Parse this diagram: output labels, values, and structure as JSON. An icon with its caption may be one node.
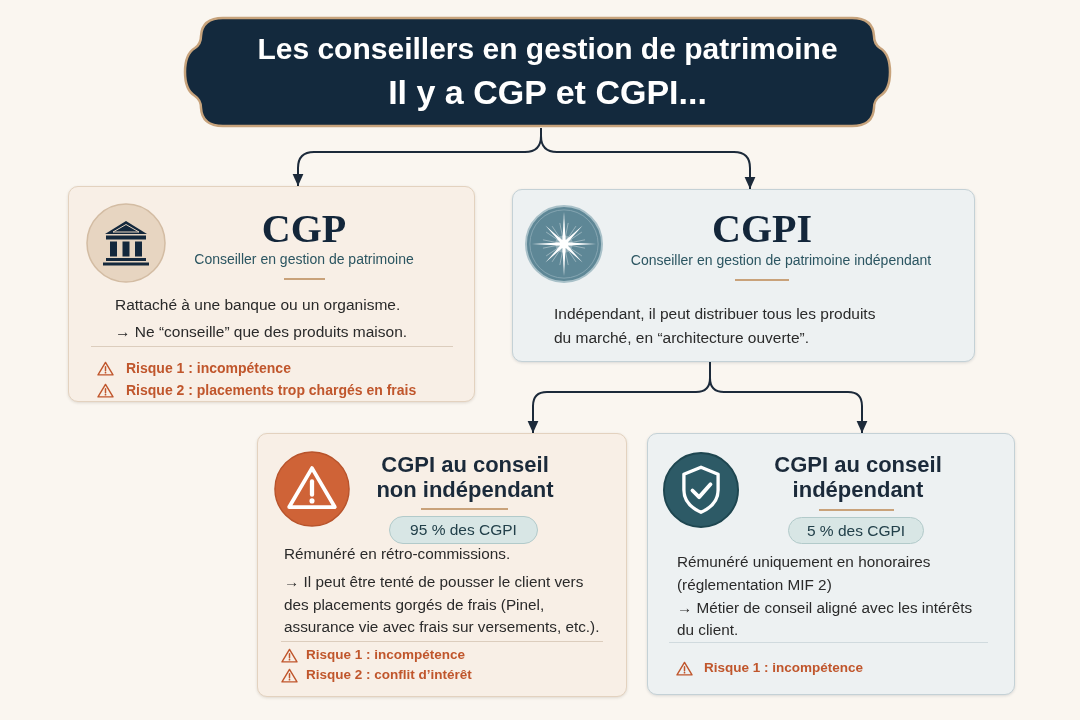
{
  "diagram": {
    "nodes": [
      {
        "text": [
          "Les conseillers en gestion de patrimoine",
          "Il y a CGP et CGPI..."
        ]
      },
      {
        "text": [
          "CGP",
          "Conseiller en gestion de patrimoine",
          "Rattaché à une banque ou un organisme.",
          "→ Ne “conseille” que des produits maison.",
          "Risque 1 : incompétence",
          "Risque 2 : placements trop chargés en frais"
        ]
      },
      {
        "text": [
          "CGPI",
          "Conseiller en gestion de patrimoine indépendant",
          "Indépendant, il peut distribuer tous les produits du marché, en “architecture ouverte”."
        ]
      },
      {
        "text": [
          "CGPI au conseil non indépendant",
          "Rémunéré en rétro-commissions.",
          "→ Il peut être tenté de pousser le client vers des placements gorgés de frais (Pinel, assurance vie avec frais sur versements, etc.).",
          "Risque 1 : incompétence",
          "Risque 2 : conflit d’intérêt"
        ]
      },
      {
        "text": [
          "95 % des CGPI"
        ],
        "in": 3
      },
      {
        "text": [
          "CGPI au conseil indépendant",
          "Rémunéré uniquement en honoraires (réglementation MIF 2)",
          "→ Métier de conseil aligné avec les intérêts du client.",
          "Risque 1 : incompétence"
        ]
      },
      {
        "text": [
          "5 % des CGPI"
        ],
        "in": 5
      }
    ],
    "edges": [
      {
        "from": 0,
        "to": 1,
        "arrow": "to"
      },
      {
        "from": 0,
        "to": 2,
        "arrow": "to"
      },
      {
        "from": 2,
        "to": 3,
        "arrow": "to"
      },
      {
        "from": 2,
        "to": 5,
        "arrow": "to"
      }
    ]
  }
}
